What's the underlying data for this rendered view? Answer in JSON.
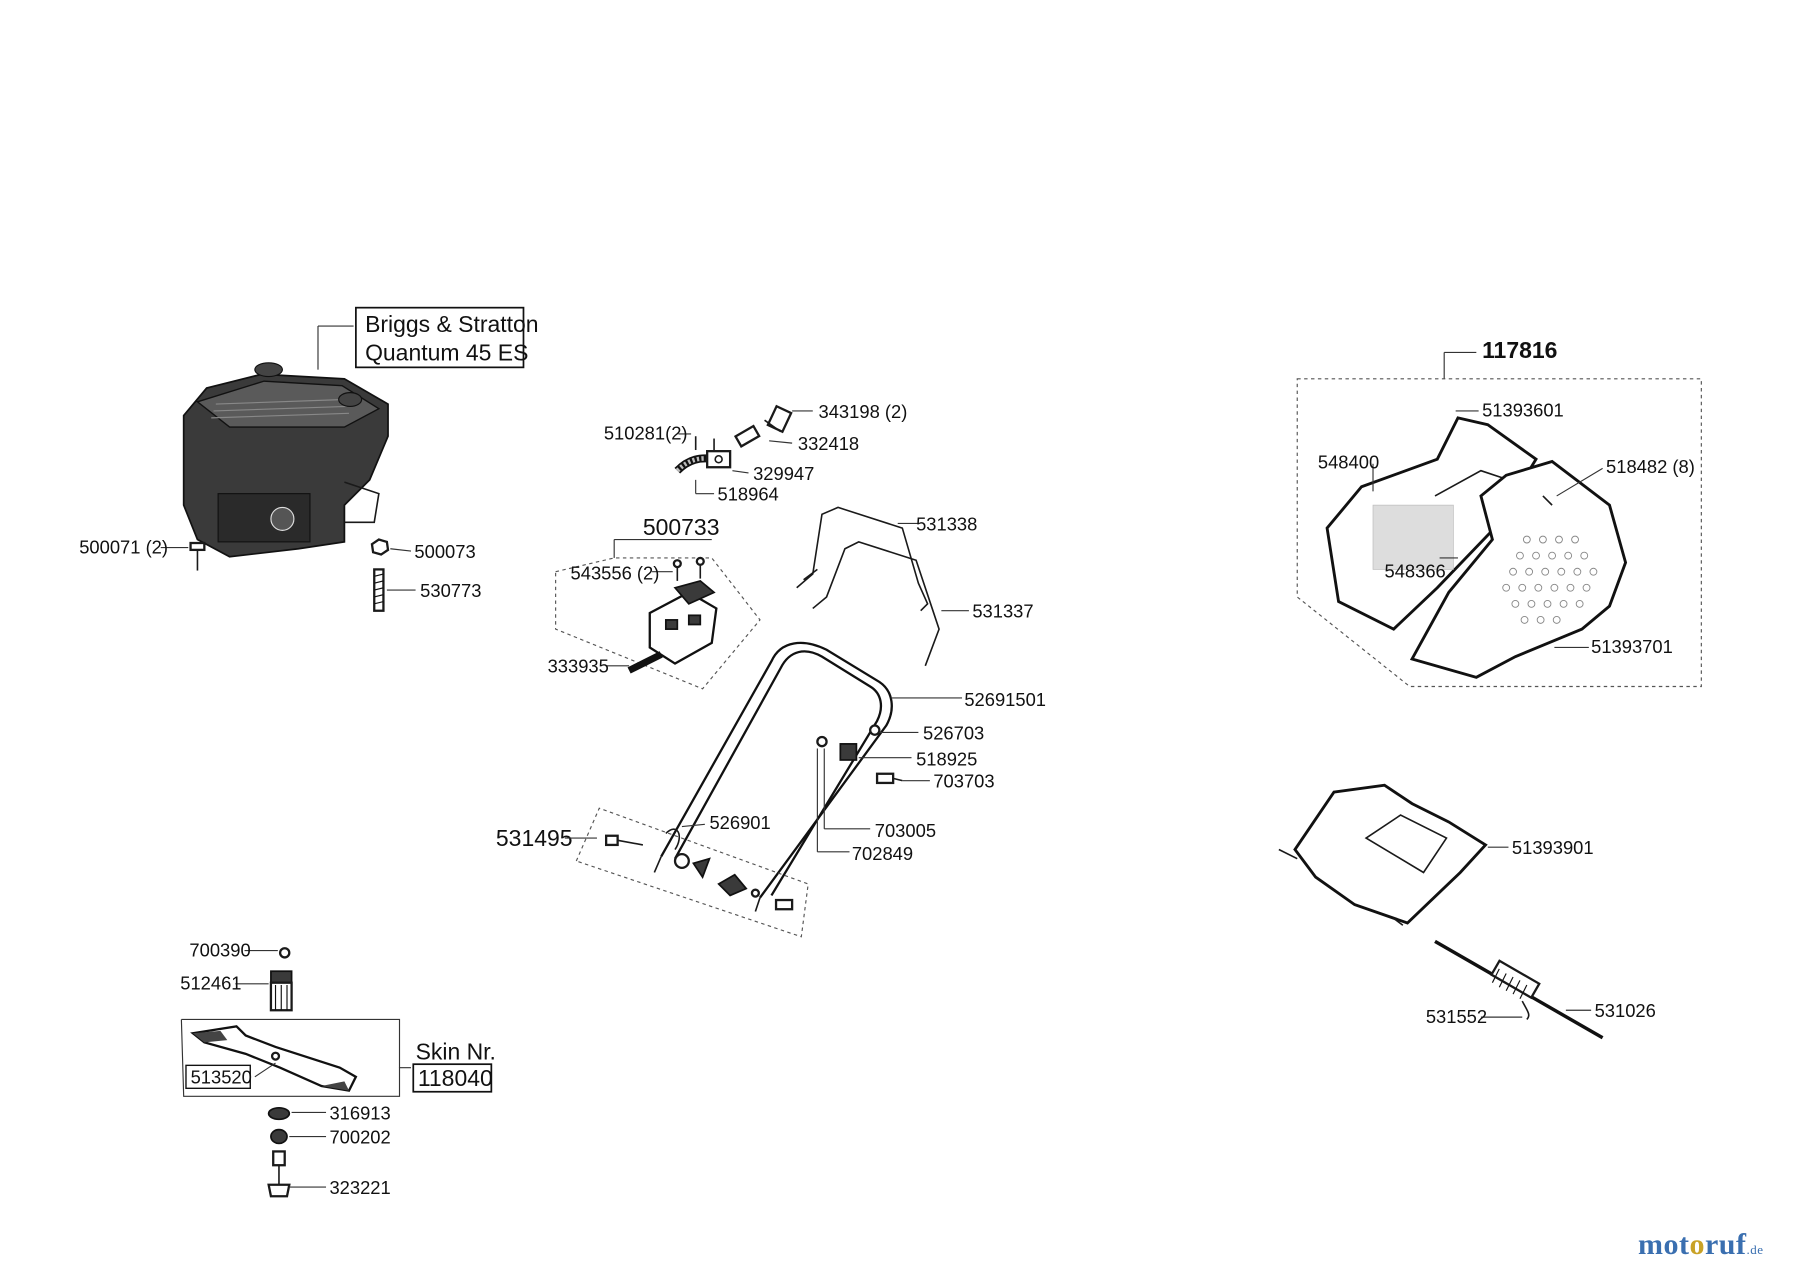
{
  "engine_box": {
    "line1": "Briggs & Stratton",
    "line2": "Quantum 45 ES"
  },
  "skin_box": {
    "title": "Skin Nr.",
    "number": "118040"
  },
  "groups": {
    "control_group": "500733",
    "handle_group": "531495",
    "catcher_group": "117816"
  },
  "parts": {
    "p500071": "500071 (2)",
    "p500073": "500073",
    "p530773": "530773",
    "p510281": "510281(2)",
    "p343198": "343198 (2)",
    "p332418": "332418",
    "p329947": "329947",
    "p518964": "518964",
    "p543556": "543556 (2)",
    "p333935": "333935",
    "p531338": "531338",
    "p531337": "531337",
    "p52691501": "52691501",
    "p526703": "526703",
    "p518925": "518925",
    "p703703": "703703",
    "p526901": "526901",
    "p703005": "703005",
    "p702849": "702849",
    "p51393601": "51393601",
    "p548400": "548400",
    "p518482": "518482 (8)",
    "p548366": "548366",
    "p51393701": "51393701",
    "p51393901": "51393901",
    "p531552": "531552",
    "p531026": "531026",
    "p700390": "700390",
    "p512461": "512461",
    "p513520": "513520",
    "p316913": "316913",
    "p700202": "700202",
    "p323221": "323221"
  },
  "logo": {
    "text_m": "mot",
    "text_o": "o",
    "text_rest": "ruf",
    "tld": ".de"
  }
}
